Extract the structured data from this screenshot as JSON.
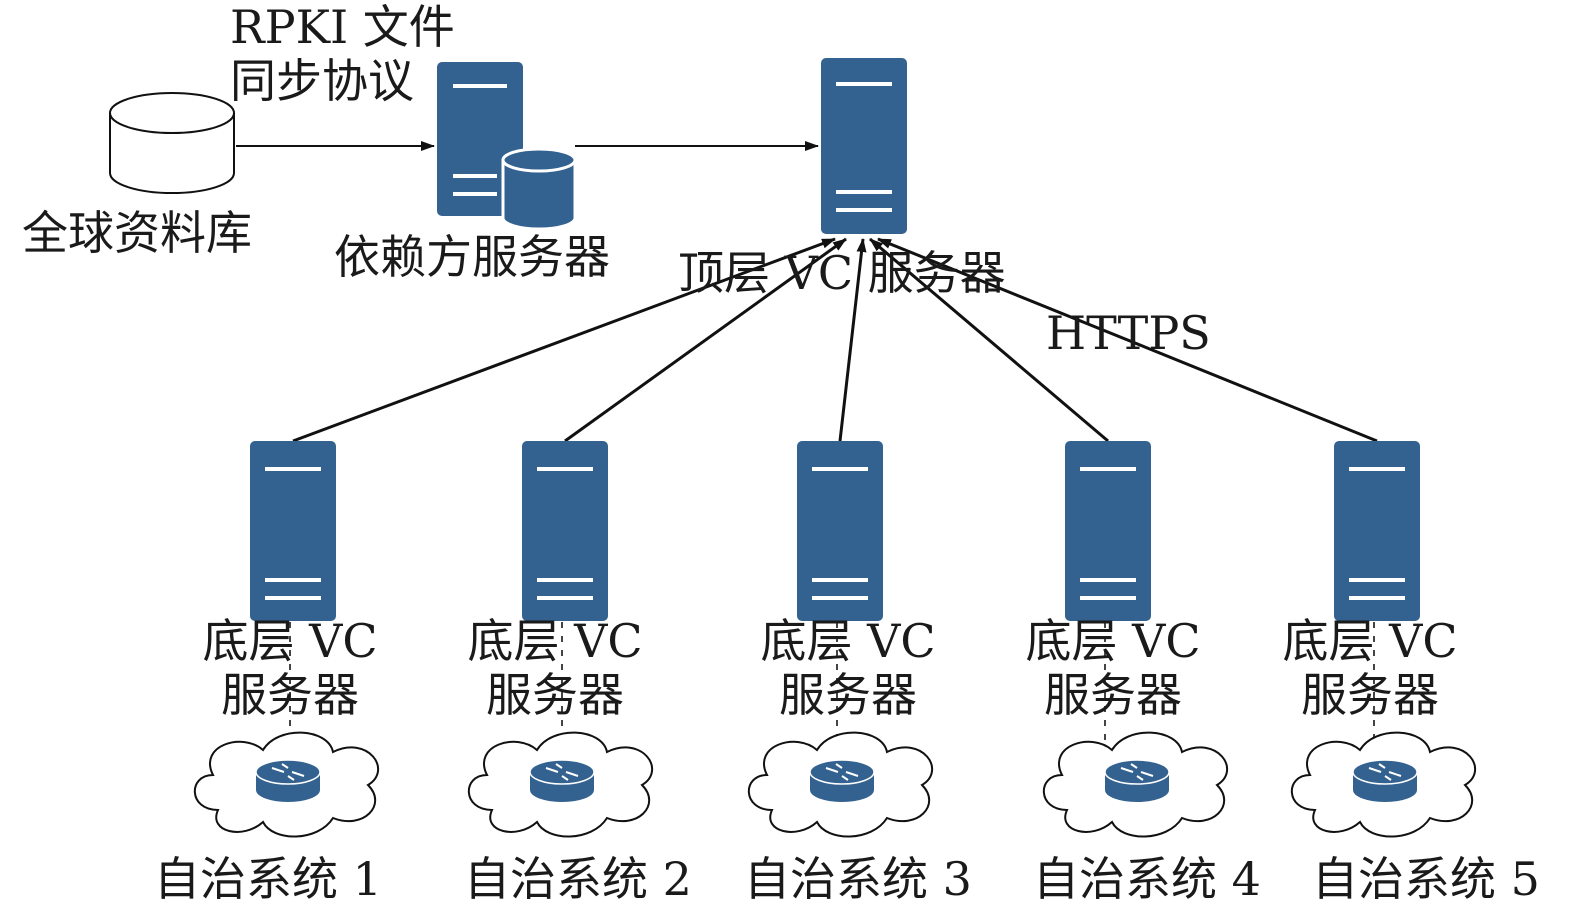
{
  "labels": {
    "database": "全球资料库",
    "protocol": "RPKI 文件\n同步协议",
    "relying_party": "依赖方服务器",
    "top_vc": "顶层 VC 服务器",
    "https": "HTTPS"
  },
  "bottom_servers": [
    {
      "label": "底层 VC\n服务器",
      "as_label": "自治系统 1"
    },
    {
      "label": "底层 VC\n服务器",
      "as_label": "自治系统 2"
    },
    {
      "label": "底层 VC\n服务器",
      "as_label": "自治系统 3"
    },
    {
      "label": "底层 VC\n服务器",
      "as_label": "自治系统 4"
    },
    {
      "label": "底层 VC\n服务器",
      "as_label": "自治系统 5"
    }
  ],
  "colors": {
    "server": "#336190",
    "server_line": "#ffffff",
    "stroke": "#111111"
  }
}
